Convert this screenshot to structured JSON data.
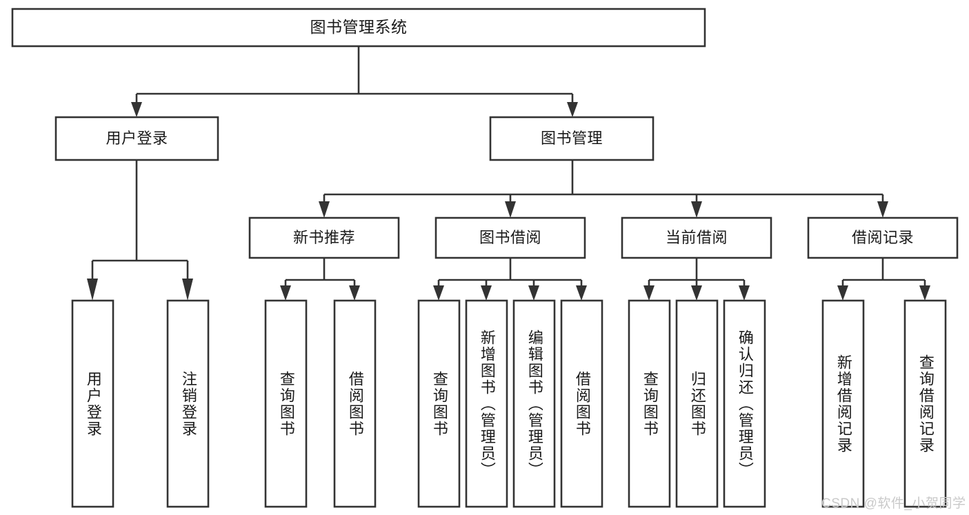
{
  "diagram": {
    "type": "tree-hierarchy",
    "title": "图书管理系统",
    "watermark": "CSDN @软件_小贺同学",
    "colors": {
      "background": "#ffffff",
      "box_fill": "#ffffff",
      "box_stroke": "#333333",
      "text": "#1a1a1a",
      "watermark": "#c9c9c9"
    },
    "levels": {
      "root": {
        "label": "图书管理系统"
      },
      "level2": [
        {
          "label": "用户登录"
        },
        {
          "label": "图书管理"
        }
      ],
      "level3": [
        {
          "label": "新书推荐"
        },
        {
          "label": "图书借阅"
        },
        {
          "label": "当前借阅"
        },
        {
          "label": "借阅记录"
        }
      ],
      "leaves": {
        "user_login": [
          {
            "label": "用户登录"
          },
          {
            "label": "注销登录"
          }
        ],
        "new_book_recommend": [
          {
            "label": "查询图书"
          },
          {
            "label": "借阅图书"
          }
        ],
        "book_borrow": [
          {
            "label": "查询图书"
          },
          {
            "label": "新增图书（管理员）"
          },
          {
            "label": "编辑图书（管理员）"
          },
          {
            "label": "借阅图书"
          }
        ],
        "current_borrow": [
          {
            "label": "查询图书"
          },
          {
            "label": "归还图书"
          },
          {
            "label": "确认归还（管理员）"
          }
        ],
        "borrow_record": [
          {
            "label": "新增借阅记录"
          },
          {
            "label": "查询借阅记录"
          }
        ]
      }
    }
  }
}
